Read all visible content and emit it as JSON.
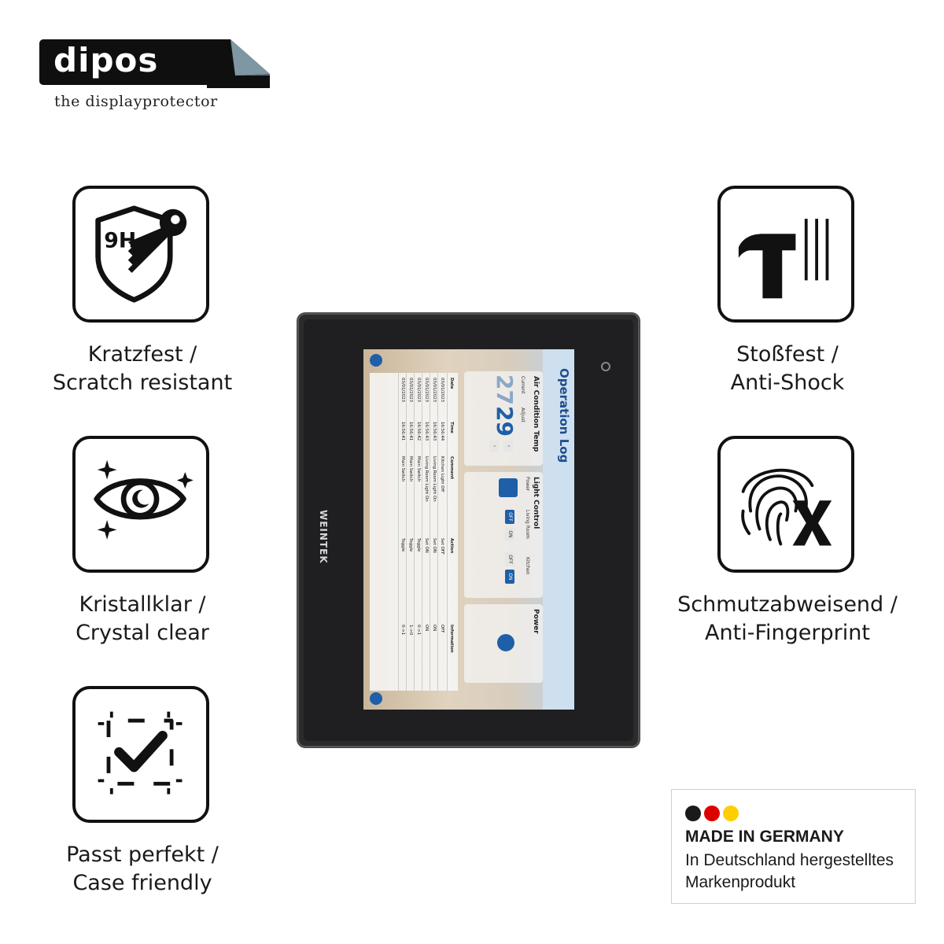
{
  "logo": {
    "brand": "dipos",
    "tagline": "the displayprotector"
  },
  "features": [
    {
      "icon": "scratch-resistant-9h-icon",
      "badge": "9H",
      "line1": "Kratzfest /",
      "line2": "Scratch resistant"
    },
    {
      "icon": "crystal-clear-eye-icon",
      "line1": "Kristallklar /",
      "line2": "Crystal clear"
    },
    {
      "icon": "case-friendly-check-icon",
      "line1": "Passt perfekt /",
      "line2": "Case friendly"
    },
    {
      "icon": "anti-shock-hammer-icon",
      "line1": "Stoßfest /",
      "line2": "Anti-Shock"
    },
    {
      "icon": "anti-fingerprint-icon",
      "line1": "Schmutzabweisend /",
      "line2": "Anti-Fingerprint"
    }
  ],
  "device": {
    "brand": "WEINTEK",
    "screen": {
      "title": "Operation Log",
      "ac_panel_title": "Air Condition Temp",
      "current_label": "Current",
      "adjust_label": "Adjust",
      "current_value": "27",
      "adjust_value": "29",
      "light_panel_title": "Light Control",
      "power_label": "Power",
      "living_room_label": "Living Room",
      "kitchen_label": "Kitchen",
      "off_label": "OFF",
      "on_label": "ON",
      "power_panel_title": "Power",
      "table_headers": [
        "Date",
        "Time",
        "Comment",
        "Action",
        "Information"
      ],
      "table_rows": [
        [
          "03/01/2023",
          "16:56:44",
          "Kitchen Light Off",
          "Set OFF",
          "OFF"
        ],
        [
          "03/01/2023",
          "16:56:43",
          "Living Room Light On",
          "Set ON",
          "ON"
        ],
        [
          "03/01/2023",
          "16:56:43",
          "Living Room Light On",
          "Set ON",
          "ON"
        ],
        [
          "03/01/2023",
          "16:56:42",
          "Main Switch",
          "Toggle",
          "0->1"
        ],
        [
          "03/01/2023",
          "16:56:41",
          "Main Switch",
          "Toggle",
          "1->0"
        ],
        [
          "03/01/2023",
          "16:56:41",
          "Main Switch",
          "Toggle",
          "0->1"
        ]
      ]
    }
  },
  "made_in_germany": {
    "title": "MADE IN GERMANY",
    "line1": "In Deutschland hergestelltes",
    "line2": "Markenprodukt",
    "flag_colors": [
      "#1a1a1a",
      "#dd0000",
      "#ffce00"
    ]
  }
}
